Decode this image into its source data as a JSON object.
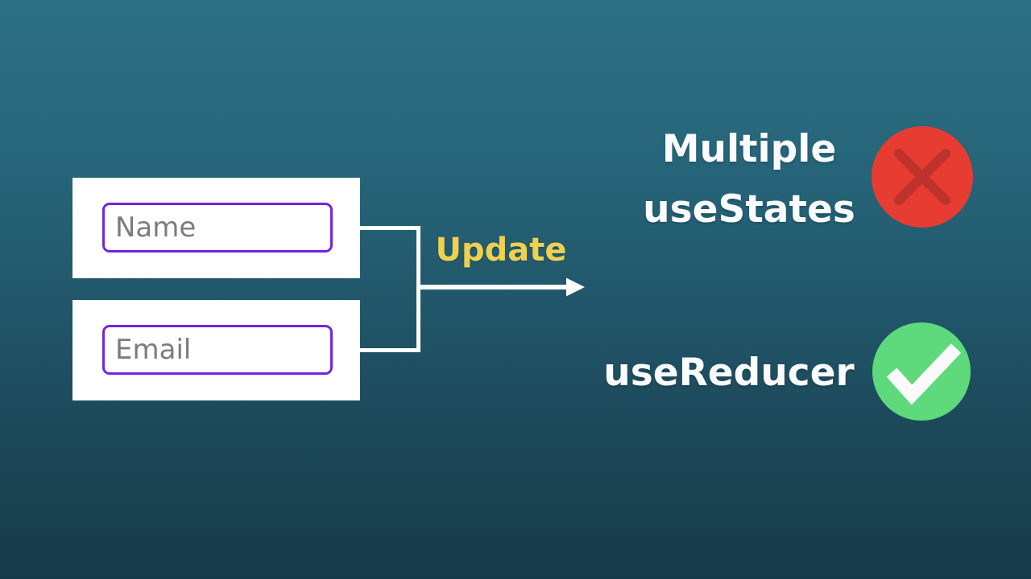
{
  "slide": {
    "form": {
      "fields": [
        {
          "name": "name",
          "placeholder": "Name"
        },
        {
          "name": "email",
          "placeholder": "Email"
        }
      ]
    },
    "arrow": {
      "label": "Update"
    },
    "options": [
      {
        "line1": "Multiple",
        "line2": "useStates",
        "verdict": "rejected",
        "icon": "x-circle-icon"
      },
      {
        "line1": "useReducer",
        "verdict": "accepted",
        "icon": "check-circle-icon"
      }
    ],
    "colors": {
      "bg_top": "#2D7086",
      "bg_bottom": "#173B4B",
      "card_white": "#FFFFFF",
      "input_border_purple": "#7323DF",
      "placeholder_gray": "#7C7C7C",
      "connector_white": "#FFFFFF",
      "accent_yellow": "#EFD14F",
      "reject_red": "#E63C31",
      "reject_x_dark_red": "#BE322B",
      "accept_green": "#5ED97B",
      "check_white": "#FAFAFA",
      "text_white": "#FAFBFC"
    }
  }
}
